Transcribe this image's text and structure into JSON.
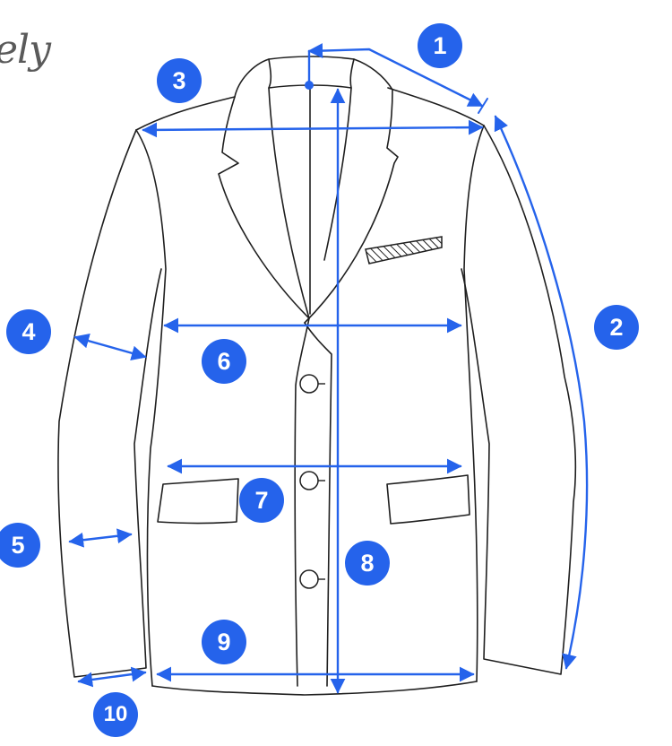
{
  "brand": {
    "logo_text": "ely"
  },
  "colors": {
    "accent": "#2563eb",
    "outline": "#1f1f1f",
    "background": "#ffffff"
  },
  "measurements": [
    {
      "id": "m1",
      "label": "1"
    },
    {
      "id": "m2",
      "label": "2"
    },
    {
      "id": "m3",
      "label": "3"
    },
    {
      "id": "m4",
      "label": "4"
    },
    {
      "id": "m5",
      "label": "5"
    },
    {
      "id": "m6",
      "label": "6"
    },
    {
      "id": "m7",
      "label": "7"
    },
    {
      "id": "m8",
      "label": "8"
    },
    {
      "id": "m9",
      "label": "9"
    },
    {
      "id": "m10",
      "label": "10"
    }
  ]
}
